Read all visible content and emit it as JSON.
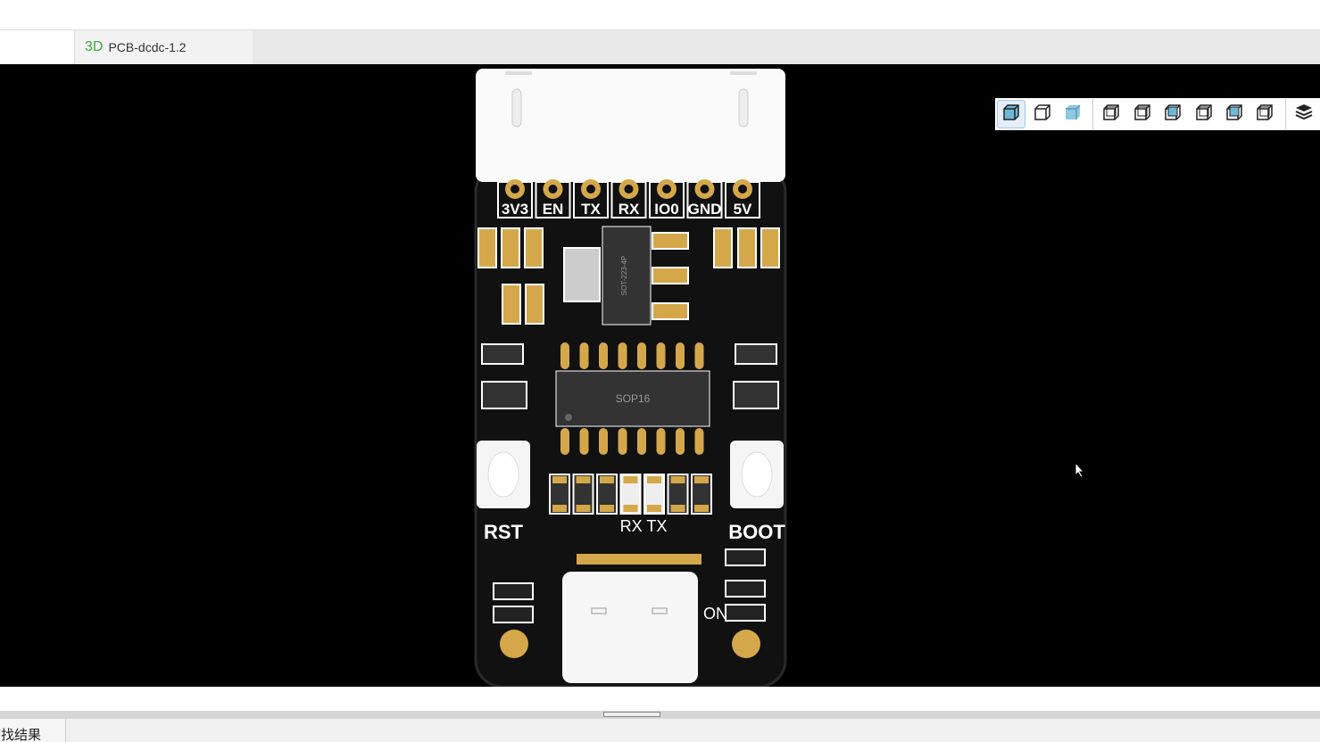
{
  "tab": {
    "tag": "3D",
    "title": "PCB-dcdc-1.2"
  },
  "viewbar": {
    "buttons": [
      "solid-view",
      "wireframe-view",
      "shaded-view",
      "view-front",
      "view-back",
      "view-left",
      "view-right",
      "view-top",
      "view-bottom",
      "layers"
    ]
  },
  "pcb": {
    "pins": [
      "3V3",
      "EN",
      "TX",
      "RX",
      "IO0",
      "GND",
      "5V"
    ],
    "ic_label": "SOP16",
    "regulator_label": "SOT-223-4P",
    "rst": "RST",
    "boot": "BOOT",
    "rxtx": "RX TX",
    "on": "ON"
  },
  "bottom_panel": {
    "tab": "查找结果"
  },
  "colors": {
    "board": "#111111",
    "pad": "#d4a84a",
    "silk": "#ffffff",
    "accent": "#6fb7d6"
  }
}
